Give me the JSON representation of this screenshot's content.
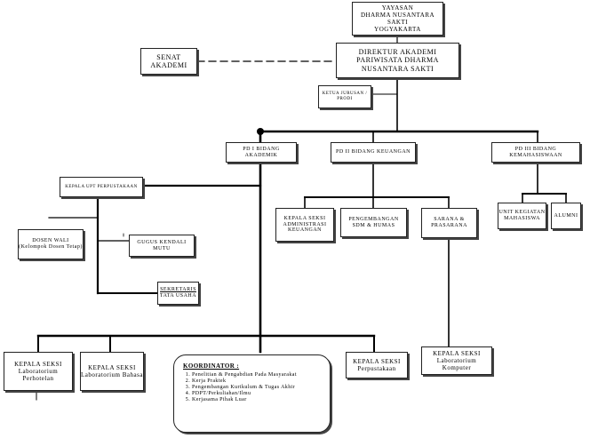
{
  "yayasan": {
    "line1": "YAYASAN",
    "line2": "DHARMA NUSANTARA SAKTI",
    "line3": "YOGYAKARTA"
  },
  "direktur": {
    "line1": "DIREKTUR AKADEMI",
    "line2": "PARIWISATA DHARMA",
    "line3": "NUSANTARA SAKTI"
  },
  "senat": {
    "line1": "SENAT",
    "line2": "AKADEMI"
  },
  "ketua_jurusan": "KETUA JURUSAN / PRODI",
  "pd1": "PD I BIDANG AKADEMIK",
  "pd2": "PD II BIDANG KEUANGAN",
  "pd3": "PD III BIDANG KEMAHASISWAAN",
  "kepala_perpustakaan": "KEPALA UPT PERPUSTAKAAN",
  "dosen_wali": {
    "line1": "DOSEN WALI",
    "line2": "(Kelompok Dosen Tetap)"
  },
  "gugus_kendali_mutu": "GUGUS KENDALI MUTU",
  "sekretaris": {
    "line1": "SEKRETARIS",
    "line2": "TATA USAHA"
  },
  "kepala_administrasi": {
    "line1": "KEPALA SEKSI",
    "line2": "ADMINISTRASI",
    "line3": "KEUANGAN"
  },
  "pengembangan_sdm": {
    "line1": "PENGEMBANGAN",
    "line2": "SDM & HUMAS"
  },
  "sarana": {
    "line1": "SARANA &",
    "line2": "PRASARANA"
  },
  "ukm": {
    "line1": "UNIT KEGIATAN",
    "line2": "MAHASISWA"
  },
  "alumni": "ALUMNI",
  "lab_perhotelan": {
    "line1": "KEPALA SEKSI",
    "line2": "Laboratorium Perhotelan"
  },
  "lab_bahasa": {
    "line1": "KEPALA SEKSI",
    "line2": "Laboratorium Bahasa"
  },
  "koordinator": {
    "title": "KOORDINATOR :",
    "items": [
      "Penelitian & Pengabdian Pada Masyarakat",
      "Kerja Praktek",
      "Pengembangan Kurikulum & Tugas Akhir",
      "PDPT/Perkuliahan/Ilmu",
      "Kerjasama Pihak Luar"
    ]
  },
  "perpustakaan": {
    "line1": "KEPALA SEKSI",
    "line2": "Perpustakaan"
  },
  "lab_komputer": {
    "line1": "KEPALA SEKSI",
    "line2": "Laboratorium Komputer"
  }
}
